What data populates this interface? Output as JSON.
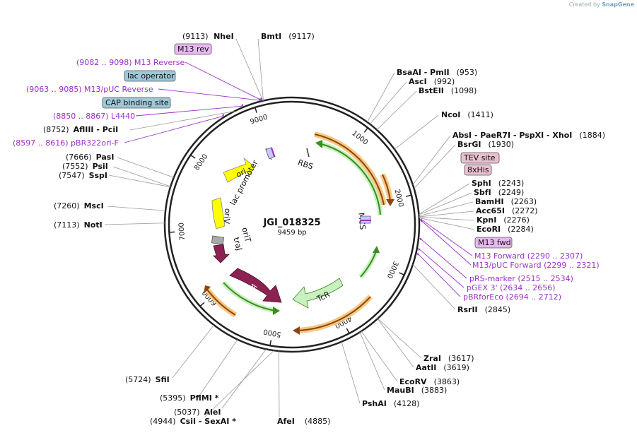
{
  "credit": {
    "prefix": "Created by",
    "brand": "SnapGene"
  },
  "plasmid": {
    "name": "JGI_018325",
    "length": "9459 bp",
    "total_bp": 9459
  },
  "ticks": [
    "1000",
    "2000",
    "3000",
    "4000",
    "5000",
    "6000",
    "7000",
    "8000",
    "9000"
  ],
  "sites": [
    {
      "name": "NheI",
      "pos": "(9113)",
      "bp": 9113
    },
    {
      "name": "BmtI",
      "pos": "(9117)",
      "bp": 9117
    },
    {
      "name": "BsaAI   - PmlI",
      "pos": "(953)",
      "bp": 953
    },
    {
      "name": "AscI",
      "pos": "(992)",
      "bp": 992
    },
    {
      "name": "BstEII",
      "pos": "(1098)",
      "bp": 1098
    },
    {
      "name": "NcoI",
      "pos": "(1411)",
      "bp": 1411
    },
    {
      "name": "AbsI   - PaeR7I   - PspXI   - XhoI",
      "pos": "(1884)",
      "bp": 1884
    },
    {
      "name": "BsrGI",
      "pos": "(1930)",
      "bp": 1930
    },
    {
      "name": "SphI",
      "pos": "(2243)",
      "bp": 2243
    },
    {
      "name": "SbfI",
      "pos": "(2249)",
      "bp": 2249
    },
    {
      "name": "BamHI",
      "pos": "(2263)",
      "bp": 2263
    },
    {
      "name": "Acc65I",
      "pos": "(2272)",
      "bp": 2272
    },
    {
      "name": "KpnI",
      "pos": "(2276)",
      "bp": 2276
    },
    {
      "name": "EcoRI",
      "pos": "(2284)",
      "bp": 2284
    },
    {
      "name": "RsrII",
      "pos": "(2845)",
      "bp": 2845
    },
    {
      "name": "ZraI",
      "pos": "(3617)",
      "bp": 3617
    },
    {
      "name": "AatII",
      "pos": "(3619)",
      "bp": 3619
    },
    {
      "name": "EcoRV",
      "pos": "(3863)",
      "bp": 3863
    },
    {
      "name": "MauBI",
      "pos": "(3883)",
      "bp": 3883
    },
    {
      "name": "PshAI",
      "pos": "(4128)",
      "bp": 4128
    },
    {
      "name": "AfeI",
      "pos": "(4885)",
      "bp": 4885
    },
    {
      "name": "CsiI   - SexAI *",
      "pos": "(4944)",
      "bp": 4944
    },
    {
      "name": "AleI",
      "pos": "(5037)",
      "bp": 5037
    },
    {
      "name": "PflMI *",
      "pos": "(5395)",
      "bp": 5395
    },
    {
      "name": "SfiI",
      "pos": "(5724)",
      "bp": 5724
    },
    {
      "name": "NotI",
      "pos": "(7113)",
      "bp": 7113
    },
    {
      "name": "MscI",
      "pos": "(7260)",
      "bp": 7260
    },
    {
      "name": "SspI",
      "pos": "(7547)",
      "bp": 7547
    },
    {
      "name": "PsiI",
      "pos": "(7552)",
      "bp": 7552
    },
    {
      "name": "PasI",
      "pos": "(7666)",
      "bp": 7666
    },
    {
      "name": "AflIII   - PciI",
      "pos": "(8752)",
      "bp": 8752
    }
  ],
  "primers": [
    {
      "text": "(9082 .. 9098)  M13 Reverse",
      "bp": 9090
    },
    {
      "text": "(9063 .. 9085)  M13/pUC Reverse",
      "bp": 9074
    },
    {
      "text": "(8850 .. 8867)  L4440",
      "bp": 8858
    },
    {
      "text": "(8597 .. 8616)  pBR322ori-F",
      "bp": 8606
    },
    {
      "text": "M13 Forward   (2290 .. 2307)",
      "bp": 2298
    },
    {
      "text": "M13/pUC Forward   (2299 .. 2321)",
      "bp": 2310
    },
    {
      "text": "pRS-marker    (2515 .. 2534)",
      "bp": 2524
    },
    {
      "text": "pGEX 3'   (2634 .. 2656)",
      "bp": 2645
    },
    {
      "text": "pBRforEco   (2694 .. 2712)",
      "bp": 2703
    }
  ],
  "badges": [
    {
      "text": "M13 rev",
      "color": "#e8b8f0"
    },
    {
      "text": "lac operator",
      "color": "#9ec8d8"
    },
    {
      "text": "CAP binding site",
      "color": "#9ec8d8"
    },
    {
      "text": "TEV site",
      "color": "#e8c0d0"
    },
    {
      "text": "8xHis",
      "color": "#e8c0d0"
    },
    {
      "text": "M13 fwd",
      "color": "#e8b8f0"
    }
  ],
  "features": [
    {
      "name": "lac promoter"
    },
    {
      "name": "RBS"
    },
    {
      "name": "MCS"
    },
    {
      "name": "ori"
    },
    {
      "name": "oriV"
    },
    {
      "name": "oriT"
    },
    {
      "name": "traJ"
    },
    {
      "name": "trfA"
    },
    {
      "name": "TcR"
    }
  ],
  "colors": {
    "primer": "#9b30c8",
    "orf_outline": "#f5a623",
    "orf_arrow": "#8b4513",
    "green_arrow": "#4caf28",
    "ori": "#ffff00",
    "trfA": "#8b2252",
    "TcR": "#c8f0c0",
    "traJ": "#8b2252"
  }
}
